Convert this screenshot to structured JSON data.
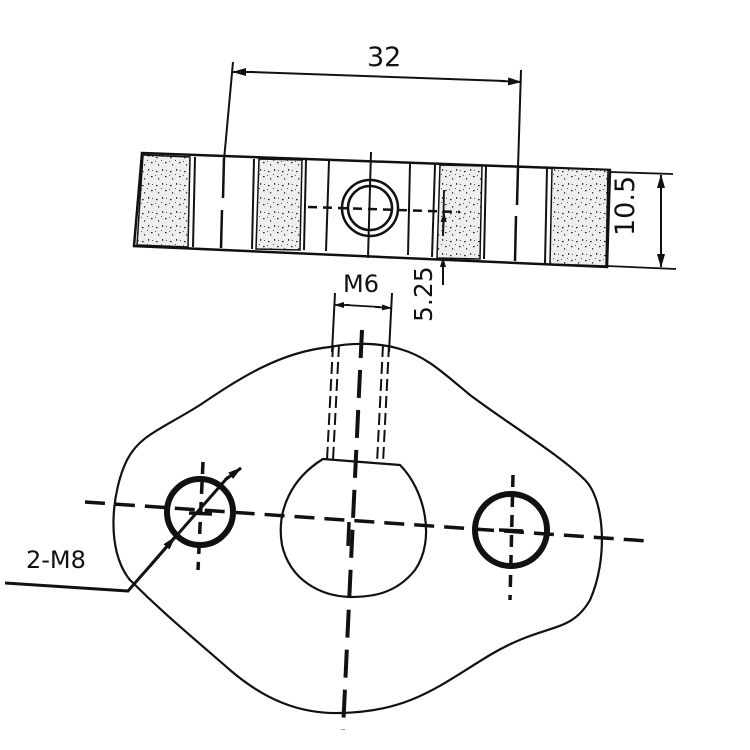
{
  "drawing": {
    "type": "technical-drawing",
    "views": [
      "side-view",
      "top-view"
    ],
    "line_color": "#111111",
    "background_color": "#ffffff",
    "hatch_fill_color": "#eeeeee"
  },
  "dimensions": {
    "hole_spacing": "32",
    "thickness": "10.5",
    "tapped_hole_offset": "5.25",
    "center_thread": "M6",
    "mounting_holes": "2-M8"
  }
}
